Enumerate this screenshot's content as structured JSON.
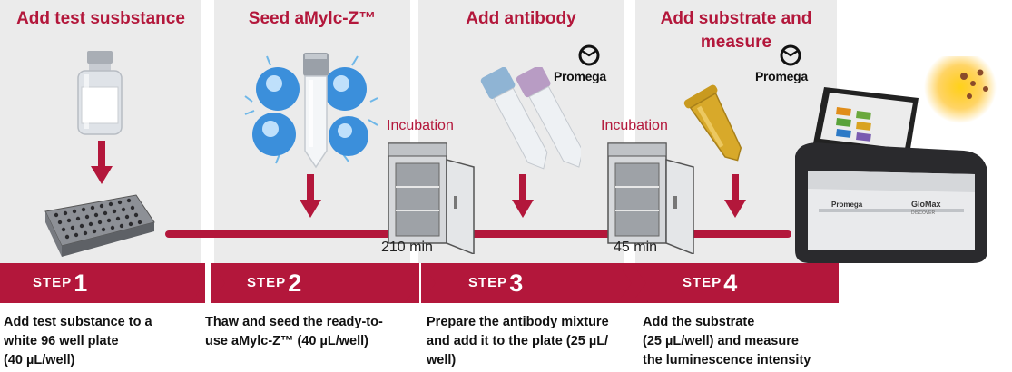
{
  "steps": [
    {
      "title": "Add  test susbstance",
      "step_word": "STEP",
      "step_number": "1",
      "description": [
        "Add test substance to a",
        "white 96 well plate",
        "(40 µL/well)"
      ]
    },
    {
      "title": "Seed aMylc-Z™",
      "step_word": "STEP",
      "step_number": "2",
      "description": [
        "Thaw and seed the ready-to-",
        "use aMylc-Z™ (40 µL/well)"
      ]
    },
    {
      "title": "Add antibody",
      "step_word": "STEP",
      "step_number": "3",
      "description": [
        "Prepare the antibody mixture",
        "and add it to the plate (25 µL/",
        "well)"
      ]
    },
    {
      "title_lines": [
        "Add substrate and",
        "measure"
      ],
      "step_word": "STEP",
      "step_number": "4",
      "description": [
        "Add the substrate",
        "(25 µL/well) and measure",
        "the luminescence intensity"
      ]
    }
  ],
  "incubations": [
    {
      "label": "Incubation",
      "time": "210 min"
    },
    {
      "label": "Incubation",
      "time": "45 min"
    }
  ],
  "brand": {
    "name": "Promega"
  },
  "instrument": {
    "brand": "Promega",
    "model": "GloMax",
    "submodel": "DISCOVER"
  },
  "colors": {
    "accent": "#b3173b",
    "panel": "#ebebeb"
  },
  "icons": [
    "vial-icon",
    "well-plate-icon",
    "cells-icon",
    "cryo-tube-icon",
    "incubator-icon",
    "antibody-tubes-icon",
    "promega-logo-icon",
    "substrate-tube-icon",
    "luminometer-icon",
    "down-arrow-icon"
  ]
}
